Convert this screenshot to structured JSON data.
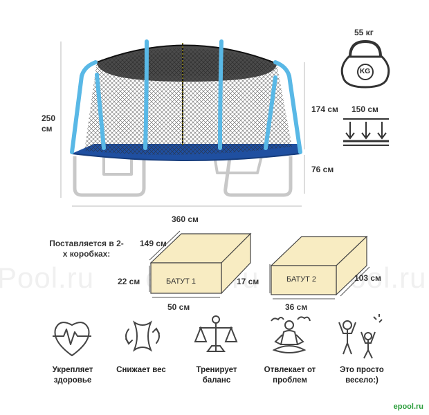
{
  "dimensions": {
    "height_total": "250 см",
    "width": "360 см",
    "net_height": "174 см",
    "leg_height": "76 см"
  },
  "load": {
    "max_weight": "55 кг",
    "kettlebell_label": "KG",
    "span": "150 см"
  },
  "packaging": {
    "intro": "Поставляется в 2-х коробках:",
    "box1": {
      "label": "БАТУТ 1",
      "length": "149 см",
      "height": "22 см",
      "width": "50 см"
    },
    "box2": {
      "label": "БАТУТ 2",
      "length": "103 см",
      "height": "17 см",
      "width": "36 см"
    }
  },
  "watermark": {
    "left": "Pool.ru",
    "center": "ePool.ru",
    "right": "ePool.ru"
  },
  "features": [
    {
      "icon": "heart-pulse-icon",
      "caption": "Укрепляет здоровье"
    },
    {
      "icon": "waist-slim-icon",
      "caption": "Снижает вес"
    },
    {
      "icon": "balance-scale-icon",
      "caption": "Тренирует баланс"
    },
    {
      "icon": "meditation-icon",
      "caption": "Отвлекает от проблем"
    },
    {
      "icon": "jumping-kids-icon",
      "caption": "Это просто весело:)"
    }
  ],
  "brand": "epool.ru",
  "colors": {
    "frame": "#59b8e6",
    "mat": "#1f4fa0",
    "box": "#f8ecc2",
    "legs": "#c8c8c8",
    "brand": "#2a9d3a"
  }
}
